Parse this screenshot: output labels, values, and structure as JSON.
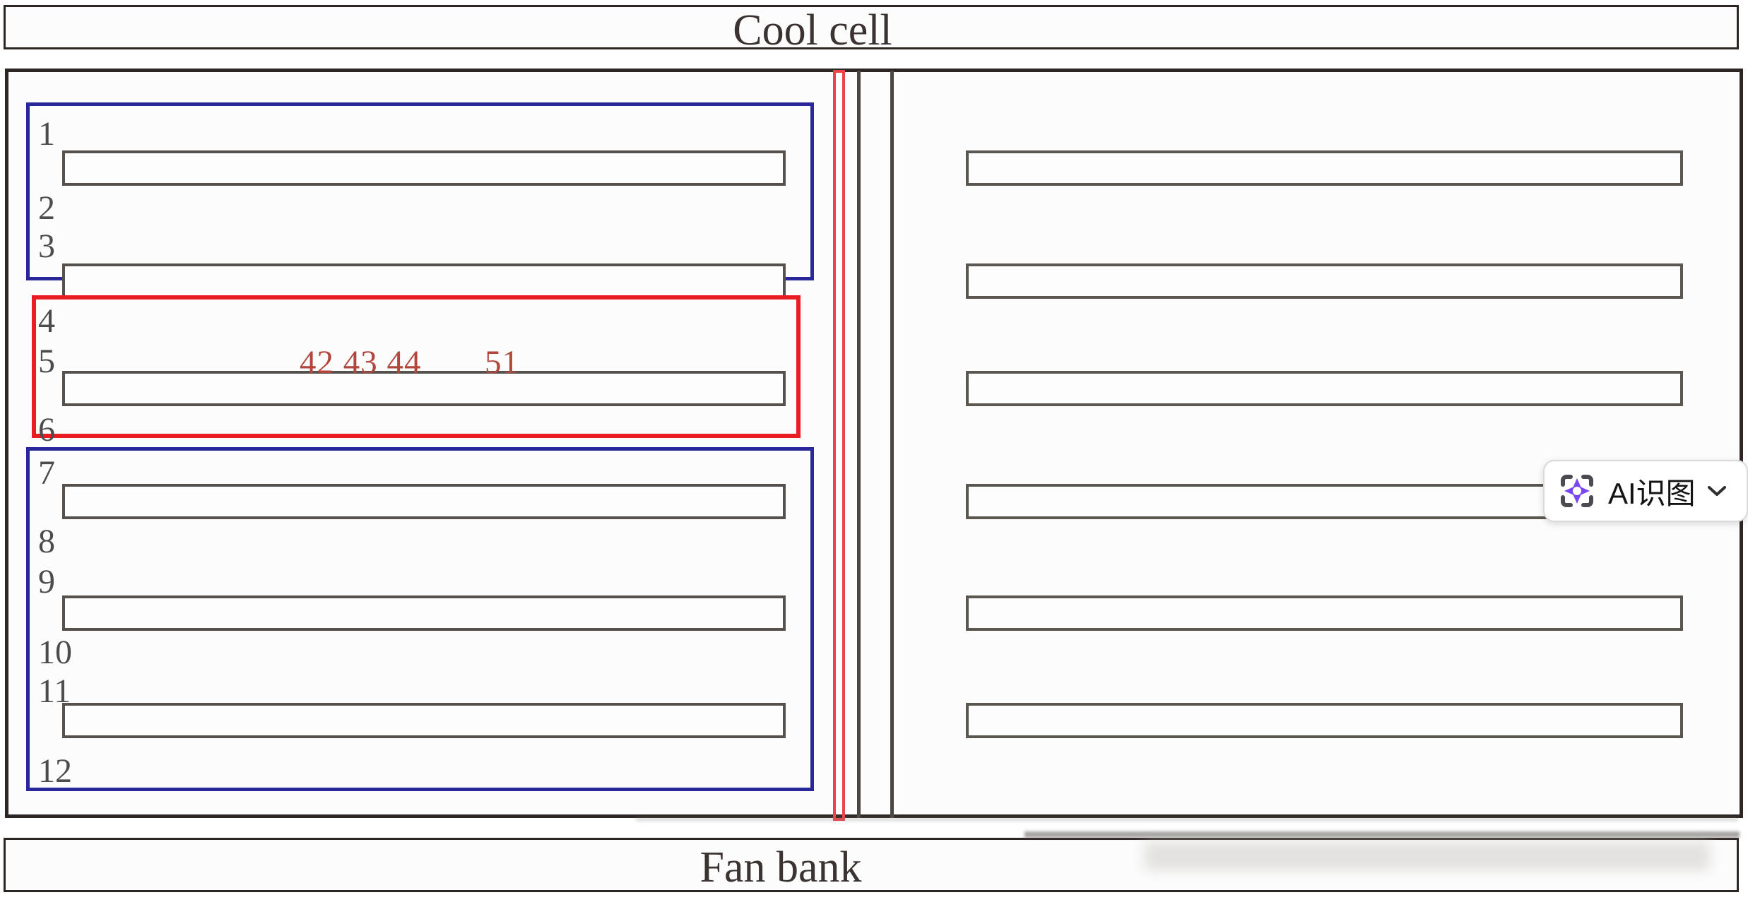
{
  "top_banner": {
    "title": "Cool cell"
  },
  "bottom_banner": {
    "title": "Fan bank"
  },
  "diagram": {
    "row_labels": [
      "1",
      "2",
      "3",
      "4",
      "5",
      "6",
      "7",
      "8",
      "9",
      "10",
      "11",
      "12"
    ],
    "red_tube_labels": {
      "group": "42 43 44",
      "single": "51"
    },
    "colors": {
      "highlight_blue": "#28289b",
      "highlight_red": "#e81c22",
      "red_label_text": "#b2463c",
      "duct_red_line": "#ef4246",
      "wall_dark": "#2e2624"
    }
  },
  "ai_overlay": {
    "label": "AI识图",
    "icon": "scan-sparkle-icon",
    "chevron": "chevron-down-icon",
    "accent_purple": "#7a46f2"
  }
}
